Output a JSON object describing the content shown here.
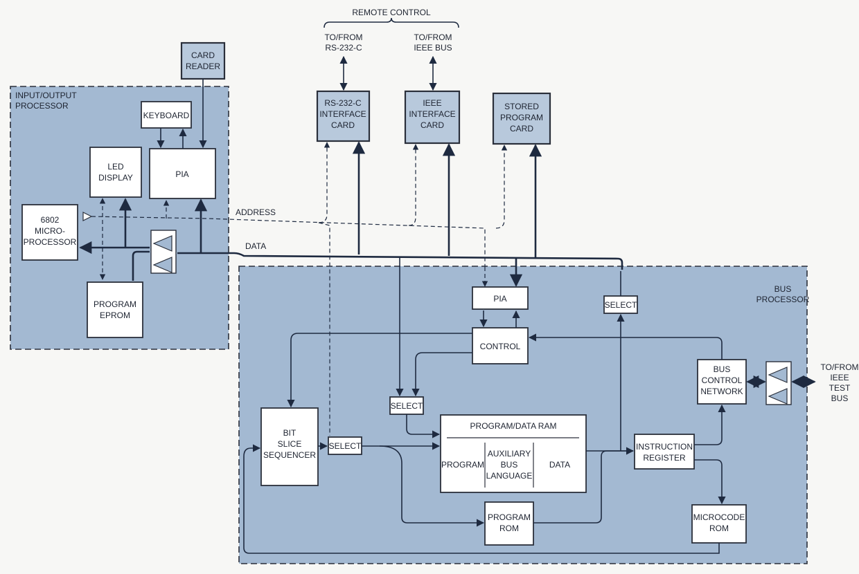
{
  "remote_control": {
    "title": "REMOTE CONTROL"
  },
  "rs232_io": {
    "line1": "TO/FROM",
    "line2": "RS-232-C"
  },
  "ieee_io": {
    "line1": "TO/FROM",
    "line2": "IEEE BUS"
  },
  "card_reader": {
    "line1": "CARD",
    "line2": "READER"
  },
  "io_processor": {
    "title_line1": "INPUT/OUTPUT",
    "title_line2": "PROCESSOR",
    "keyboard": "KEYBOARD",
    "led_line1": "LED",
    "led_line2": "DISPLAY",
    "pia": "PIA",
    "micro_line1": "6802",
    "micro_line2": "MICRO-",
    "micro_line3": "PROCESSOR",
    "eprom_line1": "PROGRAM",
    "eprom_line2": "EPROM"
  },
  "cards": {
    "rs232_line1": "RS-232-C",
    "rs232_line2": "INTERFACE",
    "rs232_line3": "CARD",
    "ieee_line1": "IEEE",
    "ieee_line2": "INTERFACE",
    "ieee_line3": "CARD",
    "stored_line1": "STORED",
    "stored_line2": "PROGRAM",
    "stored_line3": "CARD"
  },
  "bus_labels": {
    "address": "ADDRESS",
    "data": "DATA"
  },
  "bus_processor": {
    "title_line1": "BUS",
    "title_line2": "PROCESSOR",
    "pia": "PIA",
    "select": "SELECT",
    "control": "CONTROL",
    "bit_line1": "BIT",
    "bit_line2": "SLICE",
    "bit_line3": "SEQUENCER",
    "ram_title": "PROGRAM/DATA RAM",
    "ram_program": "PROGRAM",
    "ram_aux_line1": "AUXILIARY",
    "ram_aux_line2": "BUS",
    "ram_aux_line3": "LANGUAGE",
    "ram_data": "DATA",
    "rom_line1": "PROGRAM",
    "rom_line2": "ROM",
    "ir_line1": "INSTRUCTION",
    "ir_line2": "REGISTER",
    "bcn_line1": "BUS",
    "bcn_line2": "CONTROL",
    "bcn_line3": "NETWORK",
    "mc_line1": "MICROCODE",
    "mc_line2": "ROM"
  },
  "ieee_test": {
    "line1": "TO/FROM",
    "line2": "IEEE",
    "line3": "TEST",
    "line4": "BUS"
  }
}
